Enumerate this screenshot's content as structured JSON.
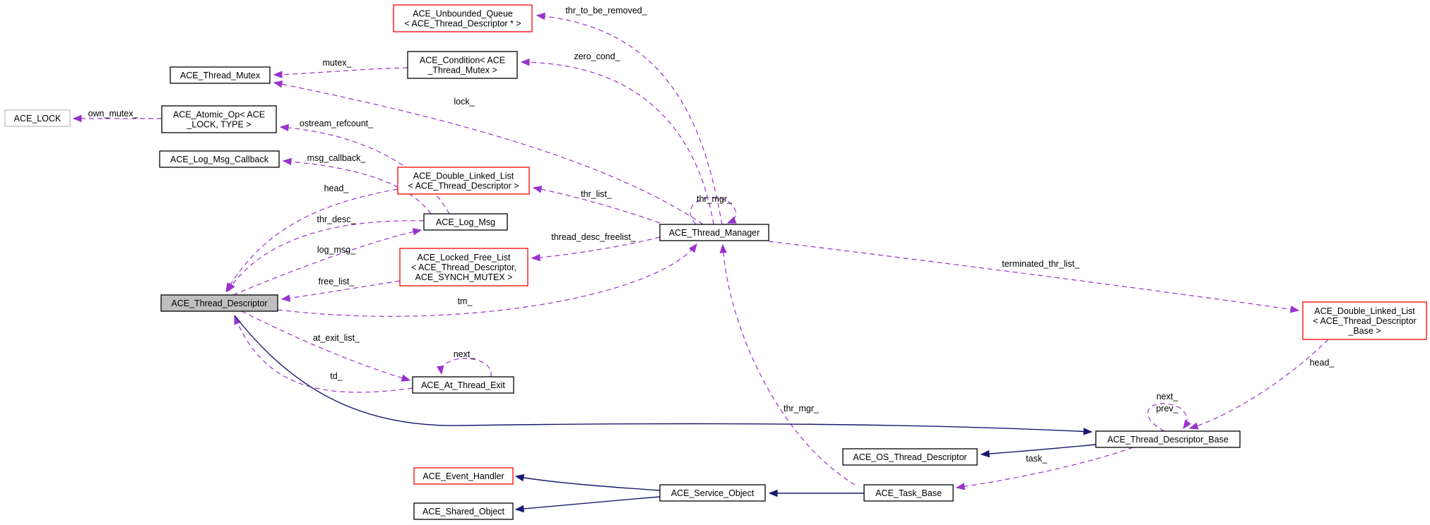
{
  "nodes": [
    {
      "id": "unbounded_queue",
      "lines": [
        "ACE_Unbounded_Queue",
        "< ACE_Thread_Descriptor * >"
      ],
      "style": "red"
    },
    {
      "id": "condition",
      "lines": [
        "ACE_Condition< ACE",
        "_Thread_Mutex >"
      ],
      "style": "black"
    },
    {
      "id": "thread_mutex",
      "lines": [
        "ACE_Thread_Mutex"
      ],
      "style": "black"
    },
    {
      "id": "ace_lock",
      "lines": [
        "ACE_LOCK"
      ],
      "style": "gray"
    },
    {
      "id": "atomic_op",
      "lines": [
        "ACE_Atomic_Op< ACE",
        "_LOCK, TYPE >"
      ],
      "style": "black"
    },
    {
      "id": "log_msg_callback",
      "lines": [
        "ACE_Log_Msg_Callback"
      ],
      "style": "black"
    },
    {
      "id": "double_linked_list",
      "lines": [
        "ACE_Double_Linked_List",
        "< ACE_Thread_Descriptor >"
      ],
      "style": "red"
    },
    {
      "id": "log_msg",
      "lines": [
        "ACE_Log_Msg"
      ],
      "style": "black"
    },
    {
      "id": "thread_manager",
      "lines": [
        "ACE_Thread_Manager"
      ],
      "style": "black"
    },
    {
      "id": "locked_free_list",
      "lines": [
        "ACE_Locked_Free_List",
        "< ACE_Thread_Descriptor,",
        "ACE_SYNCH_MUTEX >"
      ],
      "style": "red"
    },
    {
      "id": "thread_descriptor",
      "lines": [
        "ACE_Thread_Descriptor"
      ],
      "style": "focus"
    },
    {
      "id": "at_thread_exit",
      "lines": [
        "ACE_At_Thread_Exit"
      ],
      "style": "black"
    },
    {
      "id": "double_linked_list_base",
      "lines": [
        "ACE_Double_Linked_List",
        "< ACE_Thread_Descriptor",
        "_Base >"
      ],
      "style": "red"
    },
    {
      "id": "thread_descriptor_base",
      "lines": [
        "ACE_Thread_Descriptor_Base"
      ],
      "style": "black"
    },
    {
      "id": "os_thread_descriptor",
      "lines": [
        "ACE_OS_Thread_Descriptor"
      ],
      "style": "black"
    },
    {
      "id": "event_handler",
      "lines": [
        "ACE_Event_Handler"
      ],
      "style": "red"
    },
    {
      "id": "service_object",
      "lines": [
        "ACE_Service_Object"
      ],
      "style": "black"
    },
    {
      "id": "task_base",
      "lines": [
        "ACE_Task_Base"
      ],
      "style": "black"
    },
    {
      "id": "shared_object",
      "lines": [
        "ACE_Shared_Object"
      ],
      "style": "black"
    }
  ],
  "edges": [
    {
      "id": "thr_to_be_removed",
      "label": "thr_to_be_removed_",
      "kind": "dependency",
      "from": "thread_manager",
      "to": "unbounded_queue"
    },
    {
      "id": "zero_cond",
      "label": "zero_cond_",
      "kind": "dependency",
      "from": "thread_manager",
      "to": "condition"
    },
    {
      "id": "mutex",
      "label": "mutex_",
      "kind": "dependency",
      "from": "condition",
      "to": "thread_mutex"
    },
    {
      "id": "lock",
      "label": "lock_",
      "kind": "dependency",
      "from": "thread_manager",
      "to": "thread_mutex"
    },
    {
      "id": "own_mutex",
      "label": "own_mutex_",
      "kind": "dependency",
      "from": "atomic_op",
      "to": "ace_lock"
    },
    {
      "id": "ostream_refcount",
      "label": "ostream_refcount_",
      "kind": "dependency",
      "from": "log_msg",
      "to": "atomic_op"
    },
    {
      "id": "msg_callback",
      "label": "msg_callback_",
      "kind": "dependency",
      "from": "log_msg",
      "to": "log_msg_callback"
    },
    {
      "id": "head_dll",
      "label": "head_",
      "kind": "dependency",
      "from": "double_linked_list",
      "to": "thread_descriptor"
    },
    {
      "id": "thr_list",
      "label": "thr_list_",
      "kind": "dependency",
      "from": "thread_manager",
      "to": "double_linked_list"
    },
    {
      "id": "thr_mgr_self",
      "label": "thr_mgr_",
      "kind": "dependency",
      "from": "thread_manager",
      "to": "thread_manager"
    },
    {
      "id": "thr_desc",
      "label": "thr_desc_",
      "kind": "dependency",
      "from": "log_msg",
      "to": "thread_descriptor"
    },
    {
      "id": "thread_desc_freelist",
      "label": "thread_desc_freelist_",
      "kind": "dependency",
      "from": "thread_manager",
      "to": "locked_free_list"
    },
    {
      "id": "log_msg",
      "label": "log_msg_",
      "kind": "dependency",
      "from": "thread_descriptor",
      "to": "log_msg"
    },
    {
      "id": "free_list",
      "label": "free_list_",
      "kind": "dependency",
      "from": "locked_free_list",
      "to": "thread_descriptor"
    },
    {
      "id": "tm",
      "label": "tm_",
      "kind": "dependency",
      "from": "thread_descriptor",
      "to": "thread_manager"
    },
    {
      "id": "terminated_thr_list",
      "label": "terminated_thr_list_",
      "kind": "dependency",
      "from": "thread_manager",
      "to": "double_linked_list_base"
    },
    {
      "id": "at_exit_list",
      "label": "at_exit_list_",
      "kind": "dependency",
      "from": "thread_descriptor",
      "to": "at_thread_exit"
    },
    {
      "id": "next_exit",
      "label": "next_",
      "kind": "dependency",
      "from": "at_thread_exit",
      "to": "at_thread_exit"
    },
    {
      "id": "td",
      "label": "td_",
      "kind": "dependency",
      "from": "at_thread_exit",
      "to": "thread_descriptor"
    },
    {
      "id": "head_base",
      "label": "head_",
      "kind": "dependency",
      "from": "double_linked_list_base",
      "to": "thread_descriptor_base"
    },
    {
      "id": "next_prev",
      "label": "next_\nprev_",
      "kind": "dependency",
      "from": "thread_descriptor_base",
      "to": "thread_descriptor_base"
    },
    {
      "id": "thr_mgr_task",
      "label": "thr_mgr_",
      "kind": "dependency",
      "from": "task_base",
      "to": "thread_manager"
    },
    {
      "id": "task",
      "label": "task_",
      "kind": "dependency",
      "from": "thread_descriptor_base",
      "to": "task_base"
    },
    {
      "id": "inh_td_base",
      "label": "",
      "kind": "inheritance",
      "from": "thread_descriptor",
      "to": "thread_descriptor_base"
    },
    {
      "id": "inh_os",
      "label": "",
      "kind": "inheritance",
      "from": "thread_descriptor_base",
      "to": "os_thread_descriptor"
    },
    {
      "id": "inh_event",
      "label": "",
      "kind": "inheritance",
      "from": "service_object",
      "to": "event_handler"
    },
    {
      "id": "inh_shared",
      "label": "",
      "kind": "inheritance",
      "from": "service_object",
      "to": "shared_object"
    },
    {
      "id": "inh_service",
      "label": "",
      "kind": "inheritance",
      "from": "task_base",
      "to": "service_object"
    }
  ]
}
